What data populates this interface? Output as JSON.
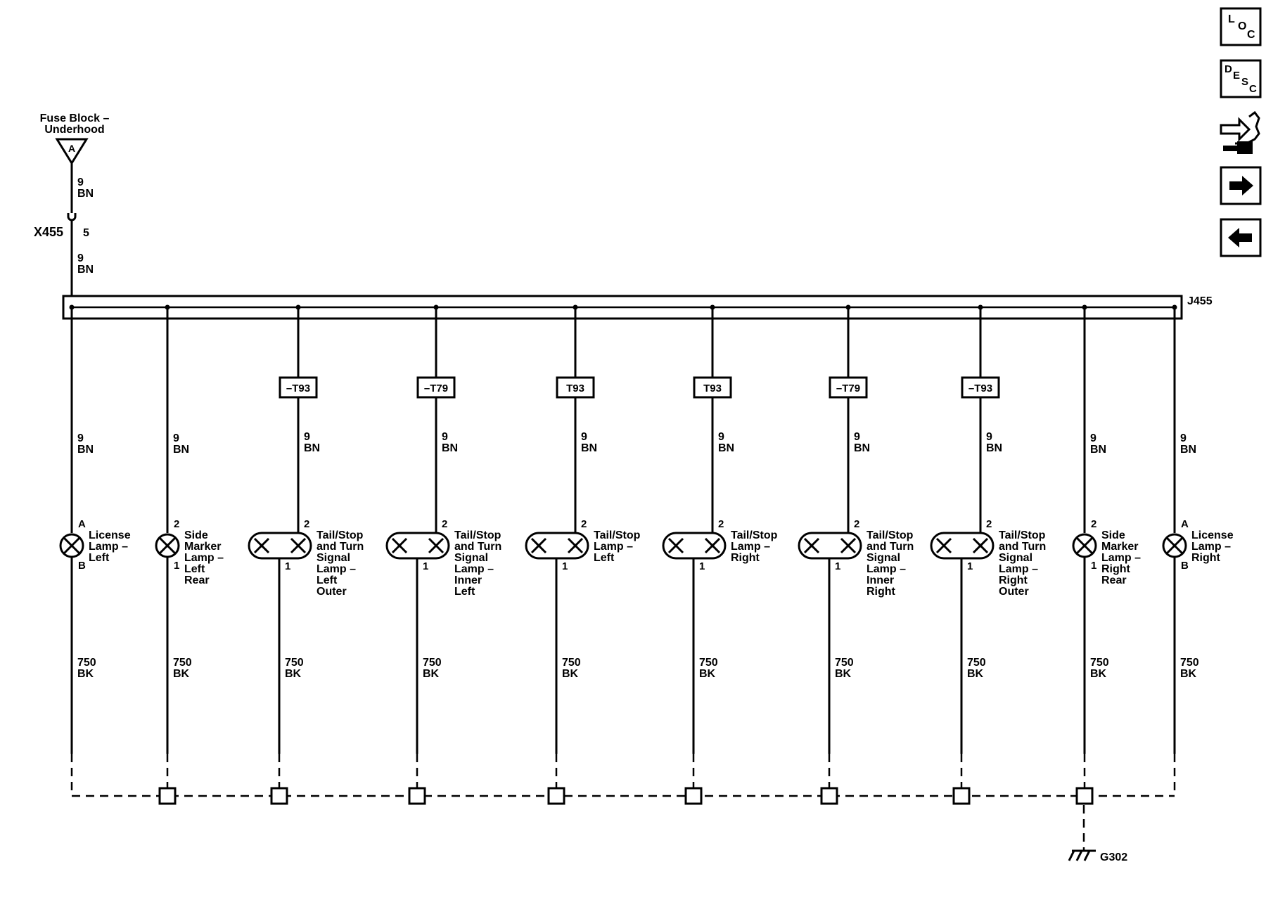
{
  "fuse_block": {
    "label_line1": "Fuse Block –",
    "label_line2": "Underhood",
    "terminal": "A"
  },
  "feed_wire": {
    "gauge": "9",
    "color": "BN"
  },
  "inline_connector": {
    "id": "X455",
    "pin": "5"
  },
  "splice": {
    "id": "J455"
  },
  "branches": [
    {
      "option": "",
      "wire_gauge": "9",
      "wire_color": "BN",
      "lamp_type": "single",
      "pin_top": "A",
      "pin_bottom": "B",
      "label": [
        "License",
        "Lamp –",
        "Left"
      ],
      "ground_wire_gauge": "750",
      "ground_wire_color": "BK"
    },
    {
      "option": "",
      "wire_gauge": "9",
      "wire_color": "BN",
      "lamp_type": "single",
      "pin_top": "2",
      "pin_bottom": "1",
      "label": [
        "Side",
        "Marker",
        "Lamp –",
        "Left",
        "Rear"
      ],
      "ground_wire_gauge": "750",
      "ground_wire_color": "BK"
    },
    {
      "option": "–T93",
      "wire_gauge": "9",
      "wire_color": "BN",
      "lamp_type": "double",
      "pin_top": "2",
      "pin_bottom": "1",
      "label": [
        "Tail/Stop",
        "and Turn",
        "Signal",
        "Lamp –",
        "Left",
        "Outer"
      ],
      "ground_wire_gauge": "750",
      "ground_wire_color": "BK"
    },
    {
      "option": "–T79",
      "wire_gauge": "9",
      "wire_color": "BN",
      "lamp_type": "double",
      "pin_top": "2",
      "pin_bottom": "1",
      "label": [
        "Tail/Stop",
        "and Turn",
        "Signal",
        "Lamp –",
        "Inner",
        "Left"
      ],
      "ground_wire_gauge": "750",
      "ground_wire_color": "BK"
    },
    {
      "option": "T93",
      "wire_gauge": "9",
      "wire_color": "BN",
      "lamp_type": "double",
      "pin_top": "2",
      "pin_bottom": "1",
      "label": [
        "Tail/Stop",
        "Lamp –",
        "Left"
      ],
      "ground_wire_gauge": "750",
      "ground_wire_color": "BK"
    },
    {
      "option": "T93",
      "wire_gauge": "9",
      "wire_color": "BN",
      "lamp_type": "double",
      "pin_top": "2",
      "pin_bottom": "1",
      "label": [
        "Tail/Stop",
        "Lamp –",
        "Right"
      ],
      "ground_wire_gauge": "750",
      "ground_wire_color": "BK"
    },
    {
      "option": "–T79",
      "wire_gauge": "9",
      "wire_color": "BN",
      "lamp_type": "double",
      "pin_top": "2",
      "pin_bottom": "1",
      "label": [
        "Tail/Stop",
        "and Turn",
        "Signal",
        "Lamp –",
        "Inner",
        "Right"
      ],
      "ground_wire_gauge": "750",
      "ground_wire_color": "BK"
    },
    {
      "option": "–T93",
      "wire_gauge": "9",
      "wire_color": "BN",
      "lamp_type": "double",
      "pin_top": "2",
      "pin_bottom": "1",
      "label": [
        "Tail/Stop",
        "and Turn",
        "Signal",
        "Lamp –",
        "Right",
        "Outer"
      ],
      "ground_wire_gauge": "750",
      "ground_wire_color": "BK"
    },
    {
      "option": "",
      "wire_gauge": "9",
      "wire_color": "BN",
      "lamp_type": "single",
      "pin_top": "2",
      "pin_bottom": "1",
      "label": [
        "Side",
        "Marker",
        "Lamp –",
        "Right",
        "Rear"
      ],
      "ground_wire_gauge": "750",
      "ground_wire_color": "BK"
    },
    {
      "option": "",
      "wire_gauge": "9",
      "wire_color": "BN",
      "lamp_type": "single",
      "pin_top": "A",
      "pin_bottom": "B",
      "label": [
        "License",
        "Lamp –",
        "Right"
      ],
      "ground_wire_gauge": "750",
      "ground_wire_color": "BK"
    }
  ],
  "ground": {
    "id": "G302"
  },
  "nav": {
    "loc": {
      "letters": [
        "L",
        "O",
        "C"
      ]
    },
    "desc": {
      "letters": [
        "D",
        "E",
        "S",
        "C"
      ]
    },
    "connector_icon": "connector-end-view-icon",
    "next_icon": "arrow-right-icon",
    "prev_icon": "arrow-left-icon"
  }
}
